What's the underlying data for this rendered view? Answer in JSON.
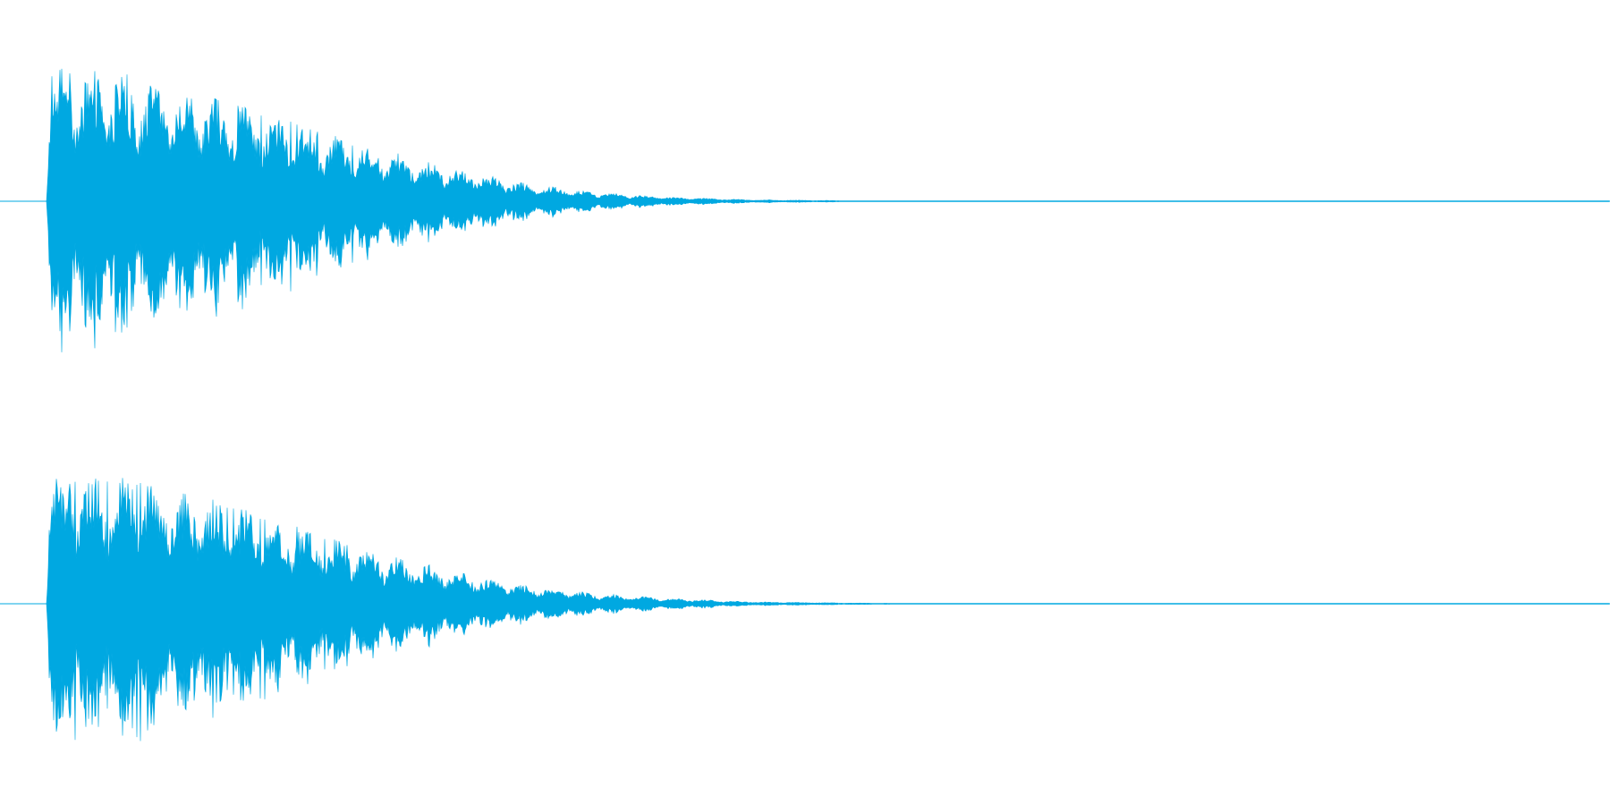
{
  "waveform": {
    "color": "#00a8e1",
    "channels": [
      {
        "name": "channel-1",
        "peak_amplitude": 1.0,
        "envelope": [
          [
            0.0,
            0.0
          ],
          [
            0.002,
            1.0
          ],
          [
            0.05,
            0.95
          ],
          [
            0.1,
            0.82
          ],
          [
            0.15,
            0.62
          ],
          [
            0.2,
            0.44
          ],
          [
            0.25,
            0.28
          ],
          [
            0.3,
            0.15
          ],
          [
            0.35,
            0.07
          ],
          [
            0.4,
            0.03
          ],
          [
            0.45,
            0.012
          ],
          [
            0.5,
            0.006
          ],
          [
            0.55,
            0.0
          ]
        ]
      },
      {
        "name": "channel-2",
        "peak_amplitude": 1.0,
        "envelope": [
          [
            0.0,
            0.0
          ],
          [
            0.002,
            1.0
          ],
          [
            0.05,
            0.95
          ],
          [
            0.1,
            0.82
          ],
          [
            0.15,
            0.62
          ],
          [
            0.2,
            0.44
          ],
          [
            0.25,
            0.28
          ],
          [
            0.3,
            0.15
          ],
          [
            0.35,
            0.08
          ],
          [
            0.4,
            0.04
          ],
          [
            0.45,
            0.015
          ],
          [
            0.5,
            0.008
          ],
          [
            0.58,
            0.0
          ]
        ]
      }
    ]
  }
}
